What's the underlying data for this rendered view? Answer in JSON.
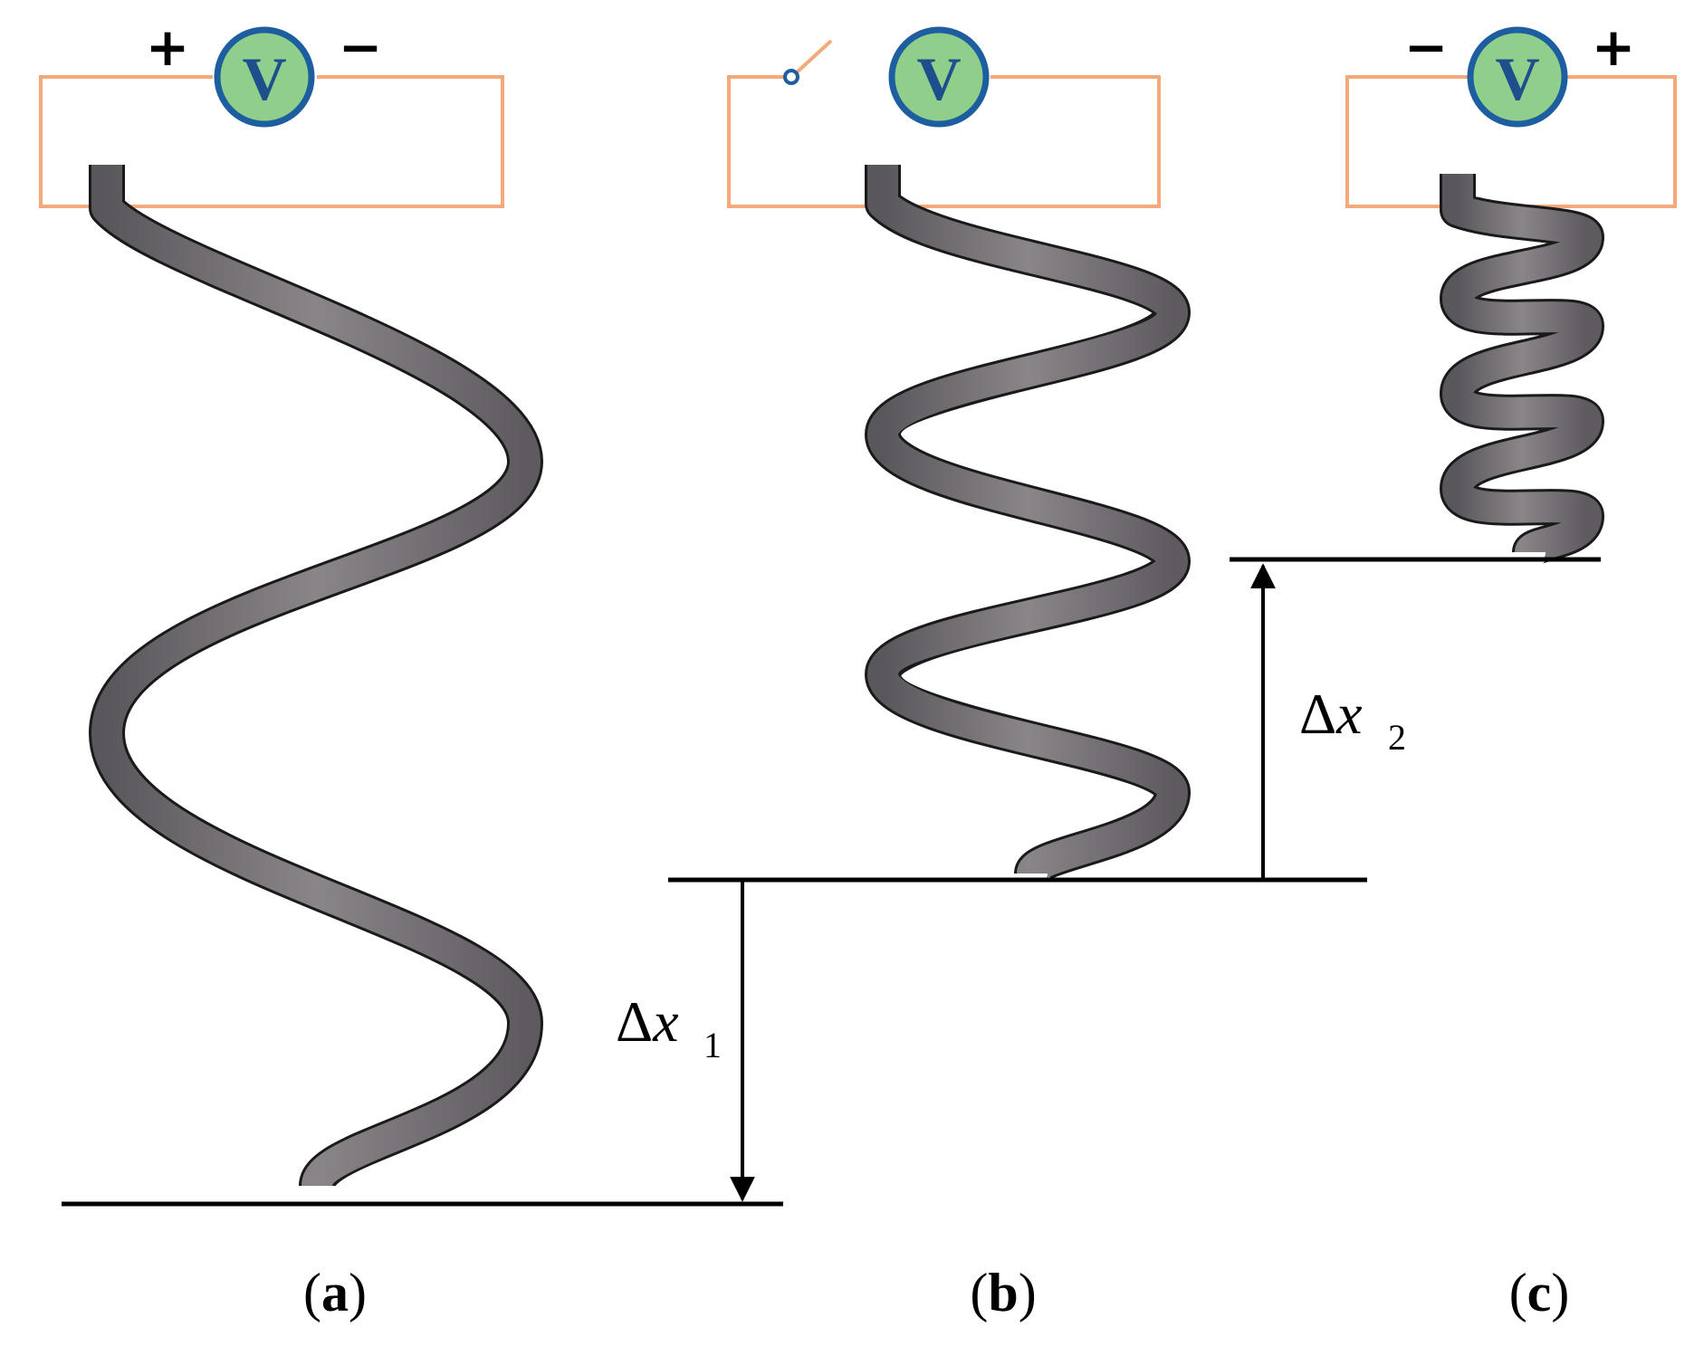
{
  "panels": {
    "a": {
      "label_open": "(",
      "label_letter": "a",
      "label_close": ")",
      "meter_letter": "V",
      "sign_left": "+",
      "sign_right": "−"
    },
    "b": {
      "label_open": "(",
      "label_letter": "b",
      "label_close": ")",
      "meter_letter": "V"
    },
    "c": {
      "label_open": "(",
      "label_letter": "c",
      "label_close": ")",
      "meter_letter": "V",
      "sign_left": "−",
      "sign_right": "+"
    }
  },
  "annotations": {
    "dx1_symbol": "Δ",
    "dx1_var": "x",
    "dx1_sub": "1",
    "dx2_symbol": "Δ",
    "dx2_var": "x",
    "dx2_sub": "2"
  },
  "colors": {
    "wire": "#f4a97a",
    "meter_fill": "#8fcf8b",
    "meter_stroke": "#1d5ea0",
    "ribbon": "#767276"
  }
}
